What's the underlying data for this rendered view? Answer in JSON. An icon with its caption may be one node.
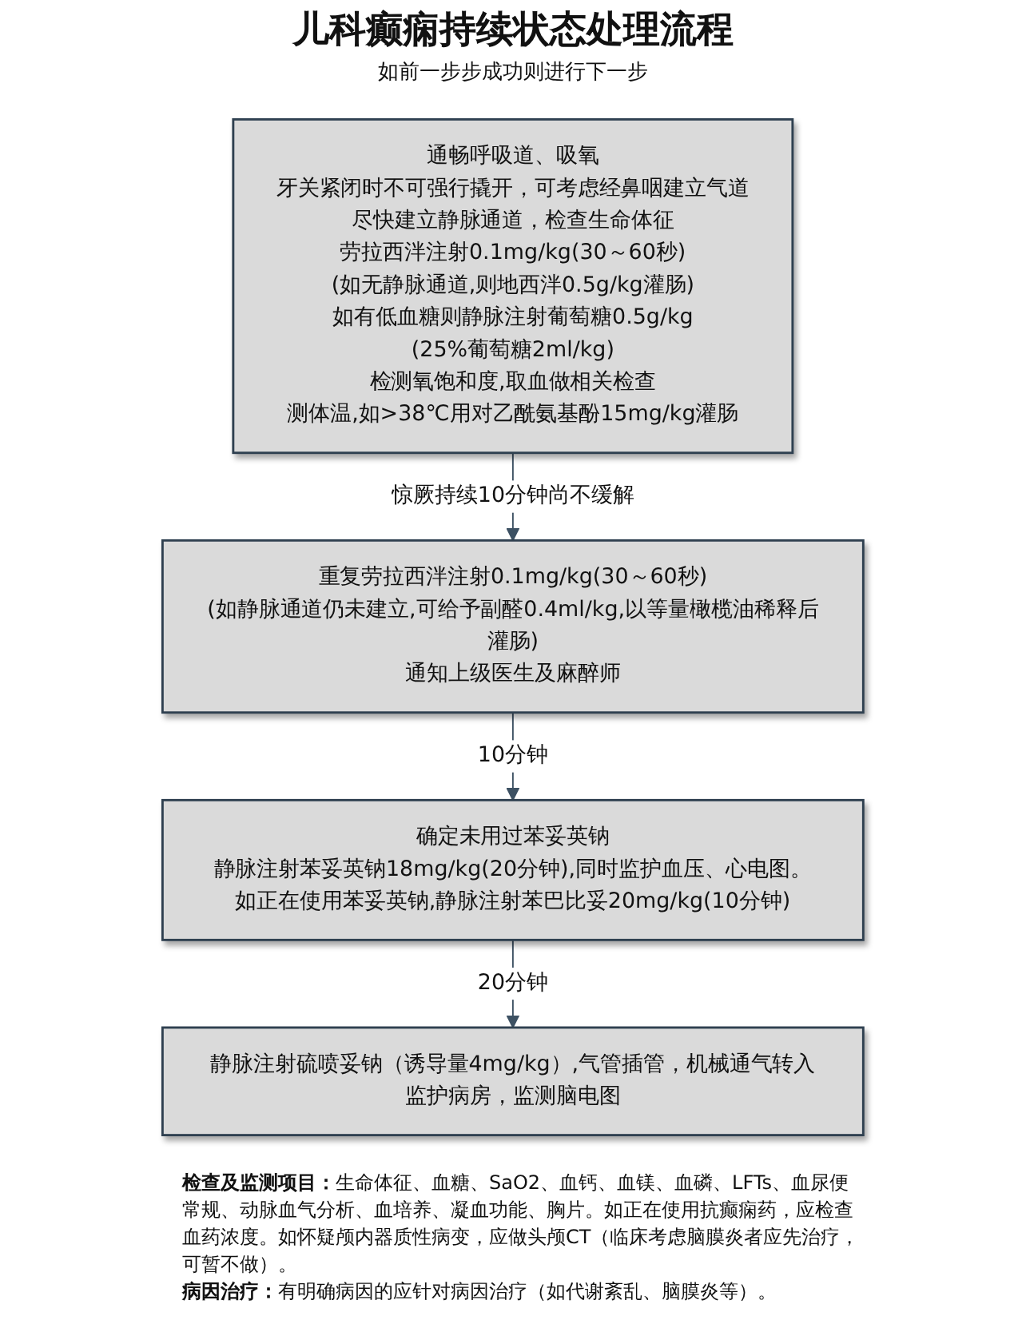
{
  "diagram": {
    "title": "儿科癫痫持续状态处理流程",
    "nodes": [
      {
        "text": [
          "通畅呼吸道、吸氧",
          "牙关紧闭时不可强行撬开，可考虑经鼻咽建立气道",
          "尽快建立静脉通道，检查生命体征",
          "劳拉西泮注射0.1mg/kg(30～60秒)",
          "(如无静脉通道,则地西泮0.5g/kg灌肠)",
          "如有低血糖则静脉注射葡萄糖0.5g/kg",
          "(25%葡萄糖2ml/kg)",
          "检测氧饱和度,取血做相关检查",
          "测体温,如>38℃用对乙酰氨基酚15mg/kg灌肠"
        ]
      },
      {
        "text": [
          "重复劳拉西泮注射0.1mg/kg(30～60秒)",
          "(如静脉通道仍未建立,可给予副醛0.4ml/kg,以等量橄榄油稀释后灌肠)",
          "通知上级医生及麻醉师"
        ]
      },
      {
        "text": [
          "确定未用过苯妥英钠",
          "静脉注射苯妥英钠18mg/kg(20分钟),同时监护血压、心电图。如正在使用苯妥英钠,静脉注射苯巴比妥20mg/kg(10分钟)"
        ]
      },
      {
        "text": [
          "静脉注射硫喷妥钠（诱导量4mg/kg）,气管插管，机械通气转入监护病房，监测脑电图"
        ]
      }
    ],
    "edges": [
      {
        "from": 0,
        "to": 1,
        "arrow": "to",
        "label": "惊厥持续10分钟尚不缓解"
      },
      {
        "from": 1,
        "to": 2,
        "arrow": "to",
        "label": "10分钟"
      },
      {
        "from": 2,
        "to": 3,
        "arrow": "to",
        "label": "20分钟"
      }
    ],
    "labels": [
      "如前一步步成功则进行下一步",
      "**检查及监测项目：**生命体征、血糖、SaO2、血钙、血镁、血磷、LFTs、血尿便常规、动脉血气分析、血培养、凝血功能、胸片。如正在使用抗癫痫药，应检查血药浓度。如怀疑颅内器质性病变，应做头颅CT（临床考虑脑膜炎者应先治疗，可暂不做）。",
      "**病因治疗：**有明确病因的应针对病因治疗（如代谢紊乱、脑膜炎等）。"
    ]
  }
}
